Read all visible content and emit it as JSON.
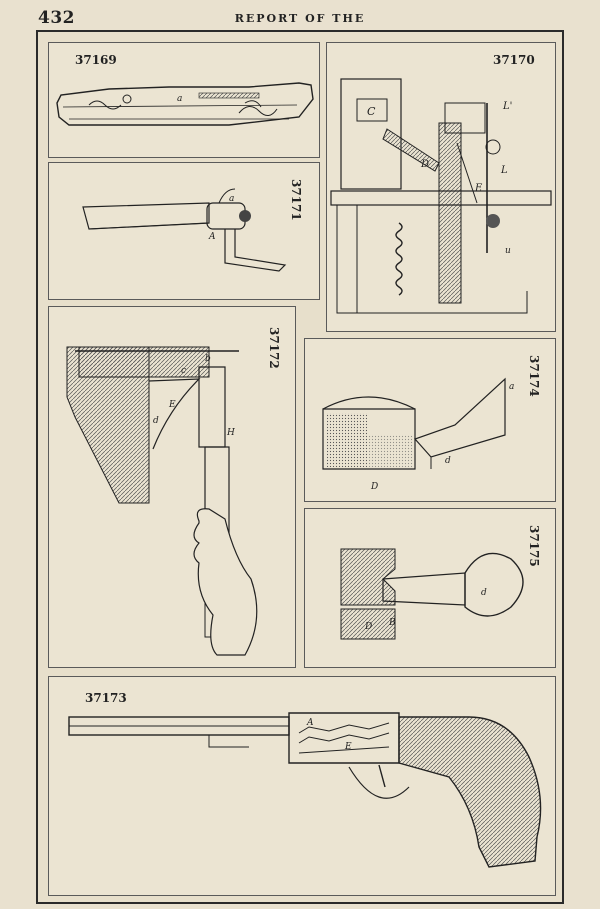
{
  "header": {
    "page_number": "432",
    "running_head": "REPORT OF THE"
  },
  "patents": {
    "p37169": {
      "number": "37169"
    },
    "p37170": {
      "number": "37170"
    },
    "p37171": {
      "number": "37171"
    },
    "p37172": {
      "number": "37172"
    },
    "p37174": {
      "number": "37174"
    },
    "p37175": {
      "number": "37175"
    },
    "p37173": {
      "number": "37173"
    }
  },
  "colors": {
    "paper": "#e9e1cf",
    "ink": "#222222",
    "hatch": "#555555"
  }
}
